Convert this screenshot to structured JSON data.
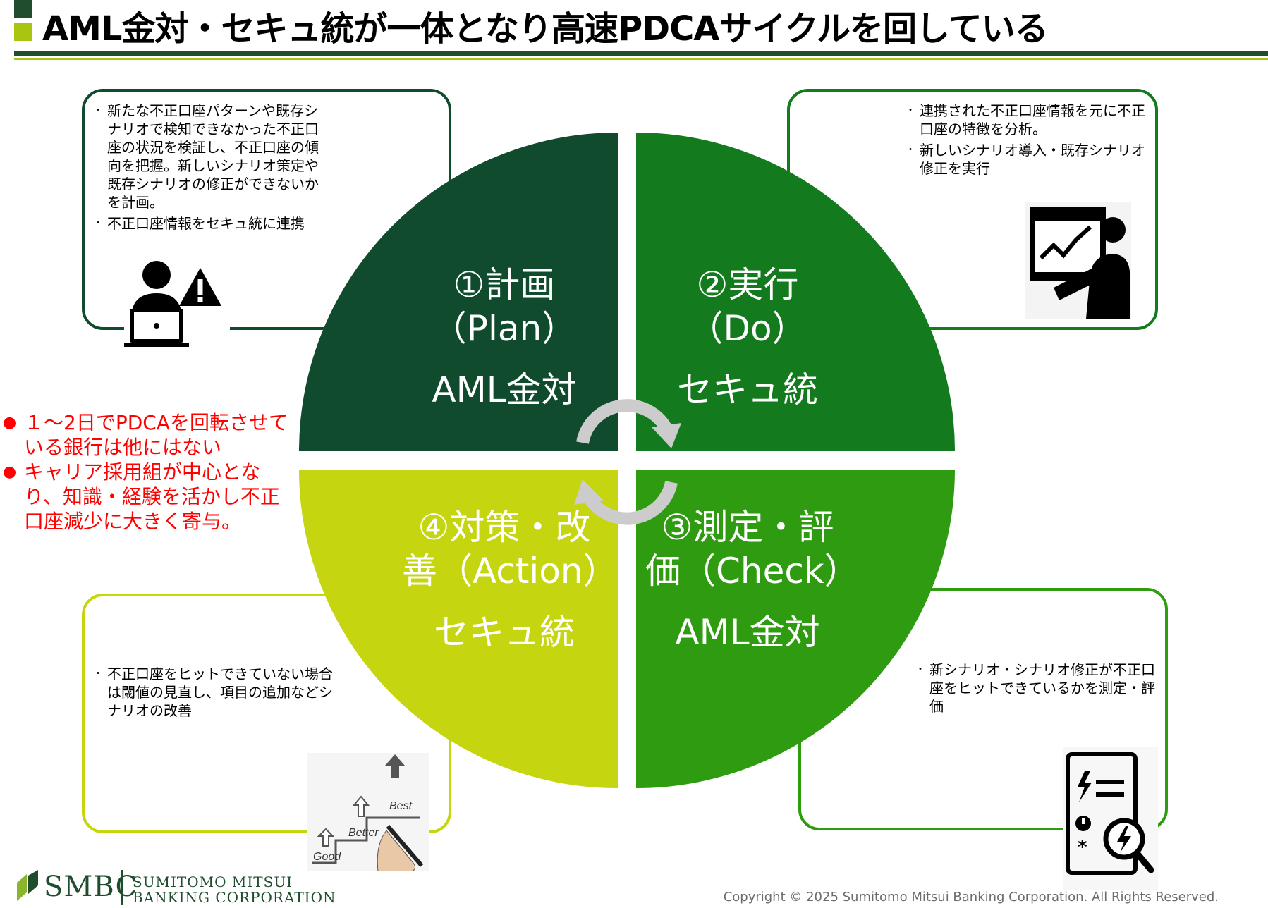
{
  "colors": {
    "title_marker_top": "#1f4d2e",
    "title_marker_bottom": "#a9c511",
    "title_rule": "#1f4d2e",
    "title_rule_thin": "#a9c511",
    "plan": "#0f4b2c",
    "do": "#137a1e",
    "check": "#2f9b10",
    "action": "#c5d50f",
    "callout_plan_border": "#0f4b2c",
    "callout_do_border": "#137a1e",
    "callout_check_border": "#2f9b10",
    "callout_action_border": "#c5d50f",
    "arrow": "#cccccc",
    "red_text": "#ff0000",
    "logo_green": "#8bb52f",
    "logo_dark": "#1f4d2e"
  },
  "title": "AML金対・セキュ統が一体となり高速PDCAサイクルを回している",
  "quadrants": {
    "plan": {
      "label_line1": "①計画",
      "label_line2": "（Plan）",
      "team": "AML金対"
    },
    "do": {
      "label_line1": "②実行",
      "label_line2": "（Do）",
      "team": "セキュ統"
    },
    "check": {
      "label_line1": "③測定・評",
      "label_line2": "価（Check）",
      "team": "AML金対"
    },
    "action": {
      "label_line1": "④対策・改",
      "label_line2": "善（Action）",
      "team": "セキュ統"
    }
  },
  "callouts": {
    "plan": [
      "新たな不正口座パターンや既存シナリオで検知できなかった不正口座の状況を検証し、不正口座の傾向を把握。新しいシナリオ策定や既存シナリオの修正ができないかを計画。",
      "不正口座情報をセキュ統に連携"
    ],
    "do": [
      "連携された不正口座情報を元に不正口座の特徴を分析。",
      "新しいシナリオ導入・既存シナリオ修正を実行"
    ],
    "action": [
      "不正口座をヒットできていない場合は閾値の見直し、項目の追加などシナリオの改善"
    ],
    "check": [
      "新シナリオ・シナリオ修正が不正口座をヒットできているかを測定・評価"
    ]
  },
  "red_notes": [
    "１～2日でPDCAを回転させている銀行は他にはない",
    "キャリア採用組が中心となり、知識・経験を活かし不正口座減少に大きく寄与。"
  ],
  "icons": {
    "plan": "person-laptop-warning-icon",
    "do": "person-chart-presentation-icon",
    "action": "steps-good-better-best-icon",
    "check": "document-lightning-magnifier-icon",
    "cycle": "circular-arrows-icon"
  },
  "step_labels": {
    "good": "Good",
    "better": "Better",
    "best": "Best"
  },
  "logo": {
    "word": "SMBC",
    "corp_line1": "SUMITOMO MITSUI",
    "corp_line2": "BANKING CORPORATION"
  },
  "copyright": "Copyright © 2025 Sumitomo Mitsui Banking Corporation. All Rights Reserved."
}
